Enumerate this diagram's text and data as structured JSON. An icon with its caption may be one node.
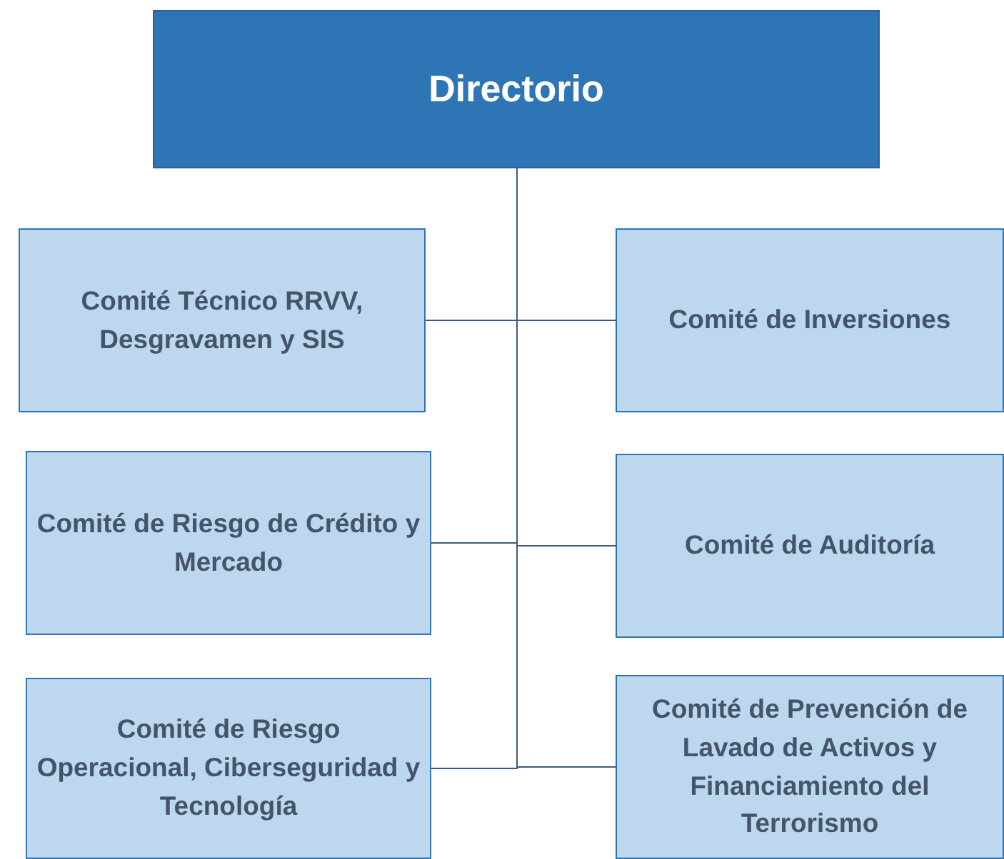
{
  "diagram": {
    "nodes": [
      {
        "text": [
          "Directorio"
        ]
      },
      {
        "text": [
          "Comité Técnico RRVV, Desgravamen y SIS"
        ]
      },
      {
        "text": [
          "Comité de Inversiones"
        ]
      },
      {
        "text": [
          "Comité de Riesgo de Crédito y Mercado"
        ]
      },
      {
        "text": [
          "Comité de Auditoría"
        ]
      },
      {
        "text": [
          "Comité de Riesgo Operacional, Ciberseguridad y Tecnología"
        ]
      },
      {
        "text": [
          "Comité de Prevención de Lavado de Activos y Financiamiento del Terrorismo"
        ]
      }
    ],
    "edges": [
      {
        "from": 0,
        "to": 1,
        "arrow": "none"
      },
      {
        "from": 0,
        "to": 2,
        "arrow": "none"
      },
      {
        "from": 0,
        "to": 3,
        "arrow": "none"
      },
      {
        "from": 0,
        "to": 4,
        "arrow": "none"
      },
      {
        "from": 0,
        "to": 5,
        "arrow": "none"
      },
      {
        "from": 0,
        "to": 6,
        "arrow": "none"
      }
    ]
  }
}
